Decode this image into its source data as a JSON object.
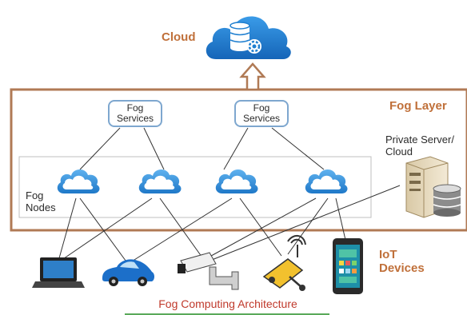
{
  "cloud_label": "Cloud",
  "fog_layer_label": "Fog Layer",
  "fog_nodes_label": [
    "Fog",
    "Nodes"
  ],
  "fog_services": [
    {
      "line1": "Fog",
      "line2": "Services"
    },
    {
      "line1": "Fog",
      "line2": "Services"
    }
  ],
  "private_server_label": [
    "Private Server/",
    "Cloud"
  ],
  "iot_label": [
    "IoT",
    "Devices"
  ],
  "caption": "Fog Computing Architecture",
  "colors": {
    "accent_orange": "#c0703a",
    "fog_layer_border": "#b07a55",
    "service_border": "#7ea7cf",
    "cloud_blue": "#1f7fd0",
    "caption_red": "#c0392b",
    "caption_underline": "#5aa95a"
  },
  "icons": {
    "main_cloud": "cloud-database-gear-icon",
    "upload_arrow": "hollow-up-arrow-icon",
    "fog_nodes": "cloud-icon",
    "server": "server-database-icon",
    "devices": [
      "laptop-icon",
      "car-icon",
      "cctv-camera-icon",
      "webcam-icon",
      "smartphone-icon"
    ]
  }
}
